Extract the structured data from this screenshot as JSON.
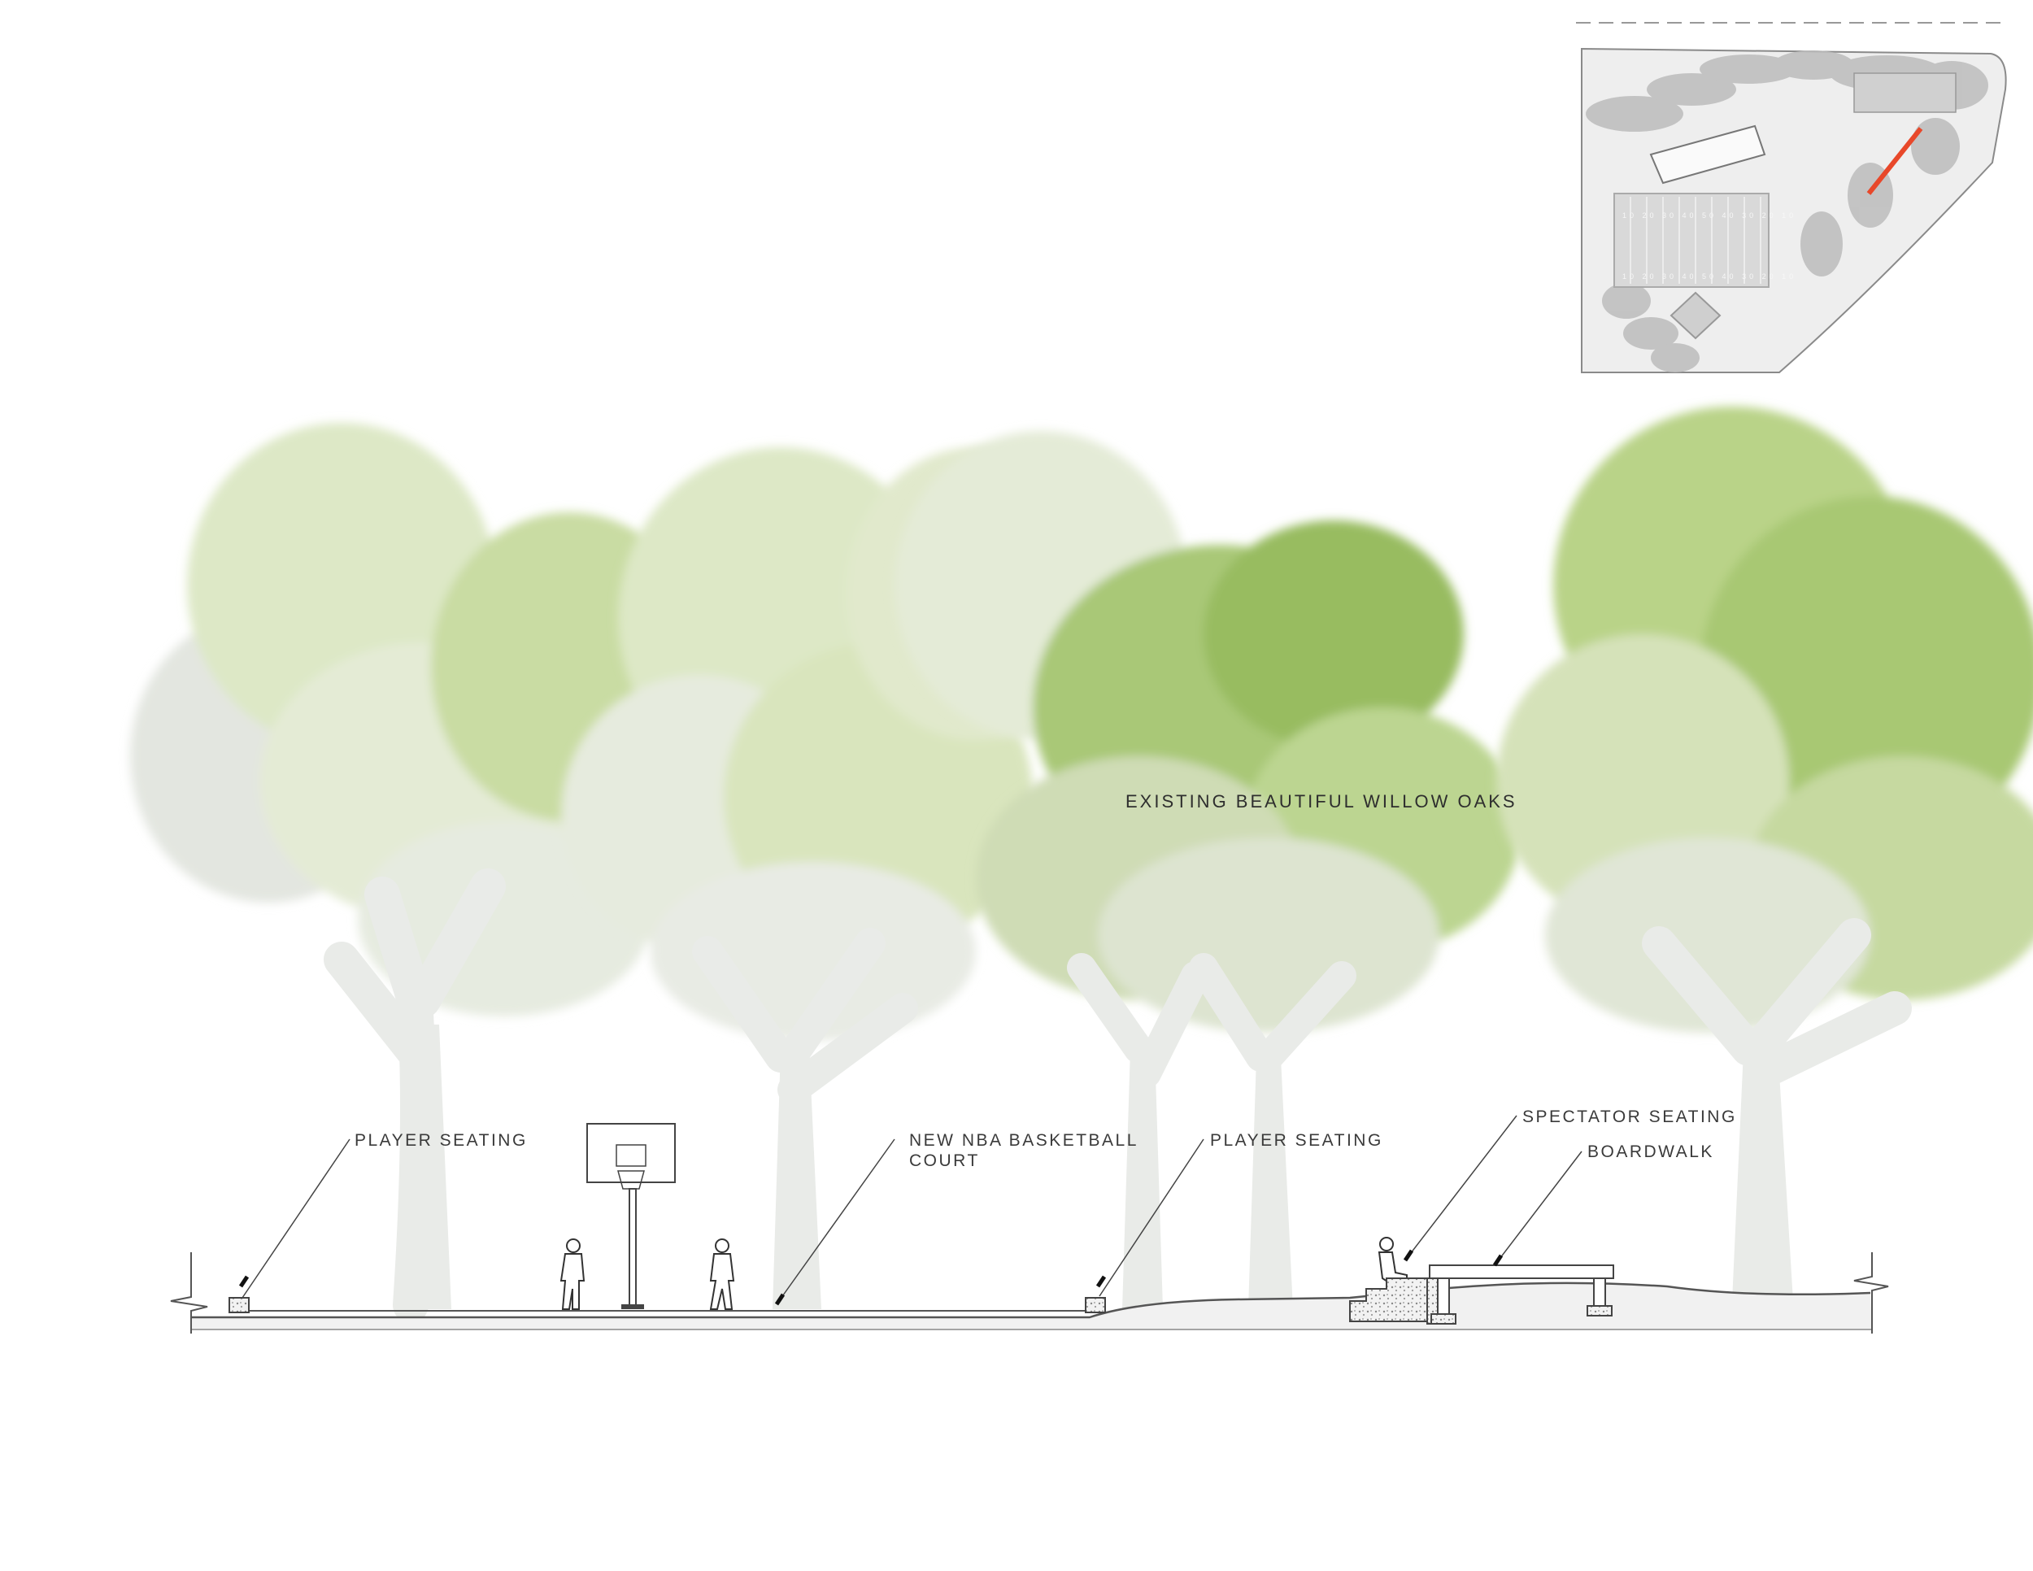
{
  "title": "",
  "labels": {
    "player_seating_left": "PLAYER SEATING",
    "court_line1": "NEW NBA BASKETBALL",
    "court_line2": "COURT",
    "player_seating_right": "PLAYER SEATING",
    "spectator_seating": "SPECTATOR SEATING",
    "boardwalk": "BOARDWALK",
    "trees": "EXISTING BEAUTIFUL WILLOW OAKS"
  },
  "key_plan": {
    "field_numbers_top": "10 20 30 40 50 40 30 20 10",
    "field_numbers_bottom": "10 20 30 40 50 40 30 20 10"
  },
  "colors": {
    "foliage_light": "#d6e3b8",
    "foliage_mid": "#b5cf86",
    "foliage_dark": "#8fb456",
    "foliage_grey": "#e3e6e0",
    "trunk": "#e9ebe8",
    "ground_line": "#555555",
    "section_cut": "#e8482a"
  },
  "icons": {
    "hoop": "basketball-hoop-icon",
    "person": "person-silhouette-icon",
    "break": "break-line-icon"
  }
}
